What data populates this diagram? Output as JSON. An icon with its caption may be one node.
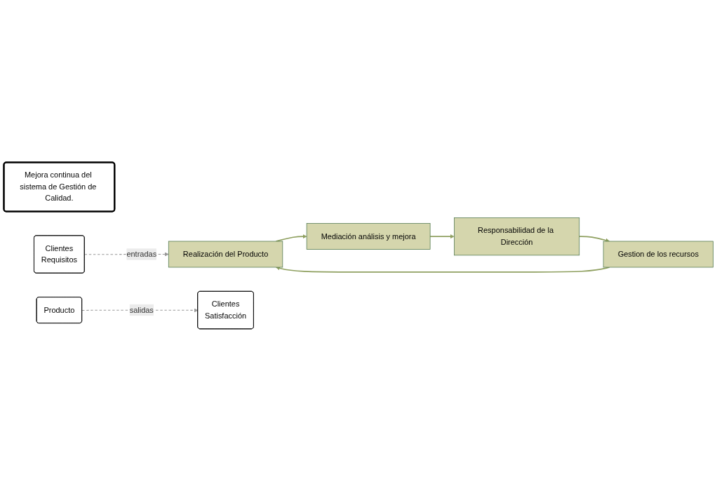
{
  "diagram": {
    "nodes": [
      {
        "text": [
          "Mejora continua del sistema de Gestión de Calidad."
        ]
      },
      {
        "text": [
          "Clientes",
          "Requisitos"
        ]
      },
      {
        "text": [
          "Responsabilidad de la Dirección"
        ]
      },
      {
        "text": [
          "Gestion de los recursos"
        ]
      },
      {
        "text": [
          "Realización del Producto"
        ]
      },
      {
        "text": [
          "Mediación análisis y mejora"
        ]
      },
      {
        "text": [
          "Producto"
        ]
      },
      {
        "text": [
          "Clientes",
          "Satisfacción"
        ]
      }
    ],
    "edges": [
      {
        "from": 2,
        "to": 3,
        "arrow": "to"
      },
      {
        "from": 3,
        "to": 4,
        "arrow": "to"
      },
      {
        "from": 4,
        "to": 5,
        "arrow": "to"
      },
      {
        "from": 5,
        "to": 2,
        "arrow": "to"
      },
      {
        "from": 1,
        "to": 4,
        "arrow": "to",
        "style": "dashed",
        "color": "#999999",
        "label": "entradas"
      },
      {
        "from": 6,
        "to": 7,
        "arrow": "to",
        "style": "dashed",
        "color": "#999999",
        "label": "salidas"
      }
    ]
  }
}
